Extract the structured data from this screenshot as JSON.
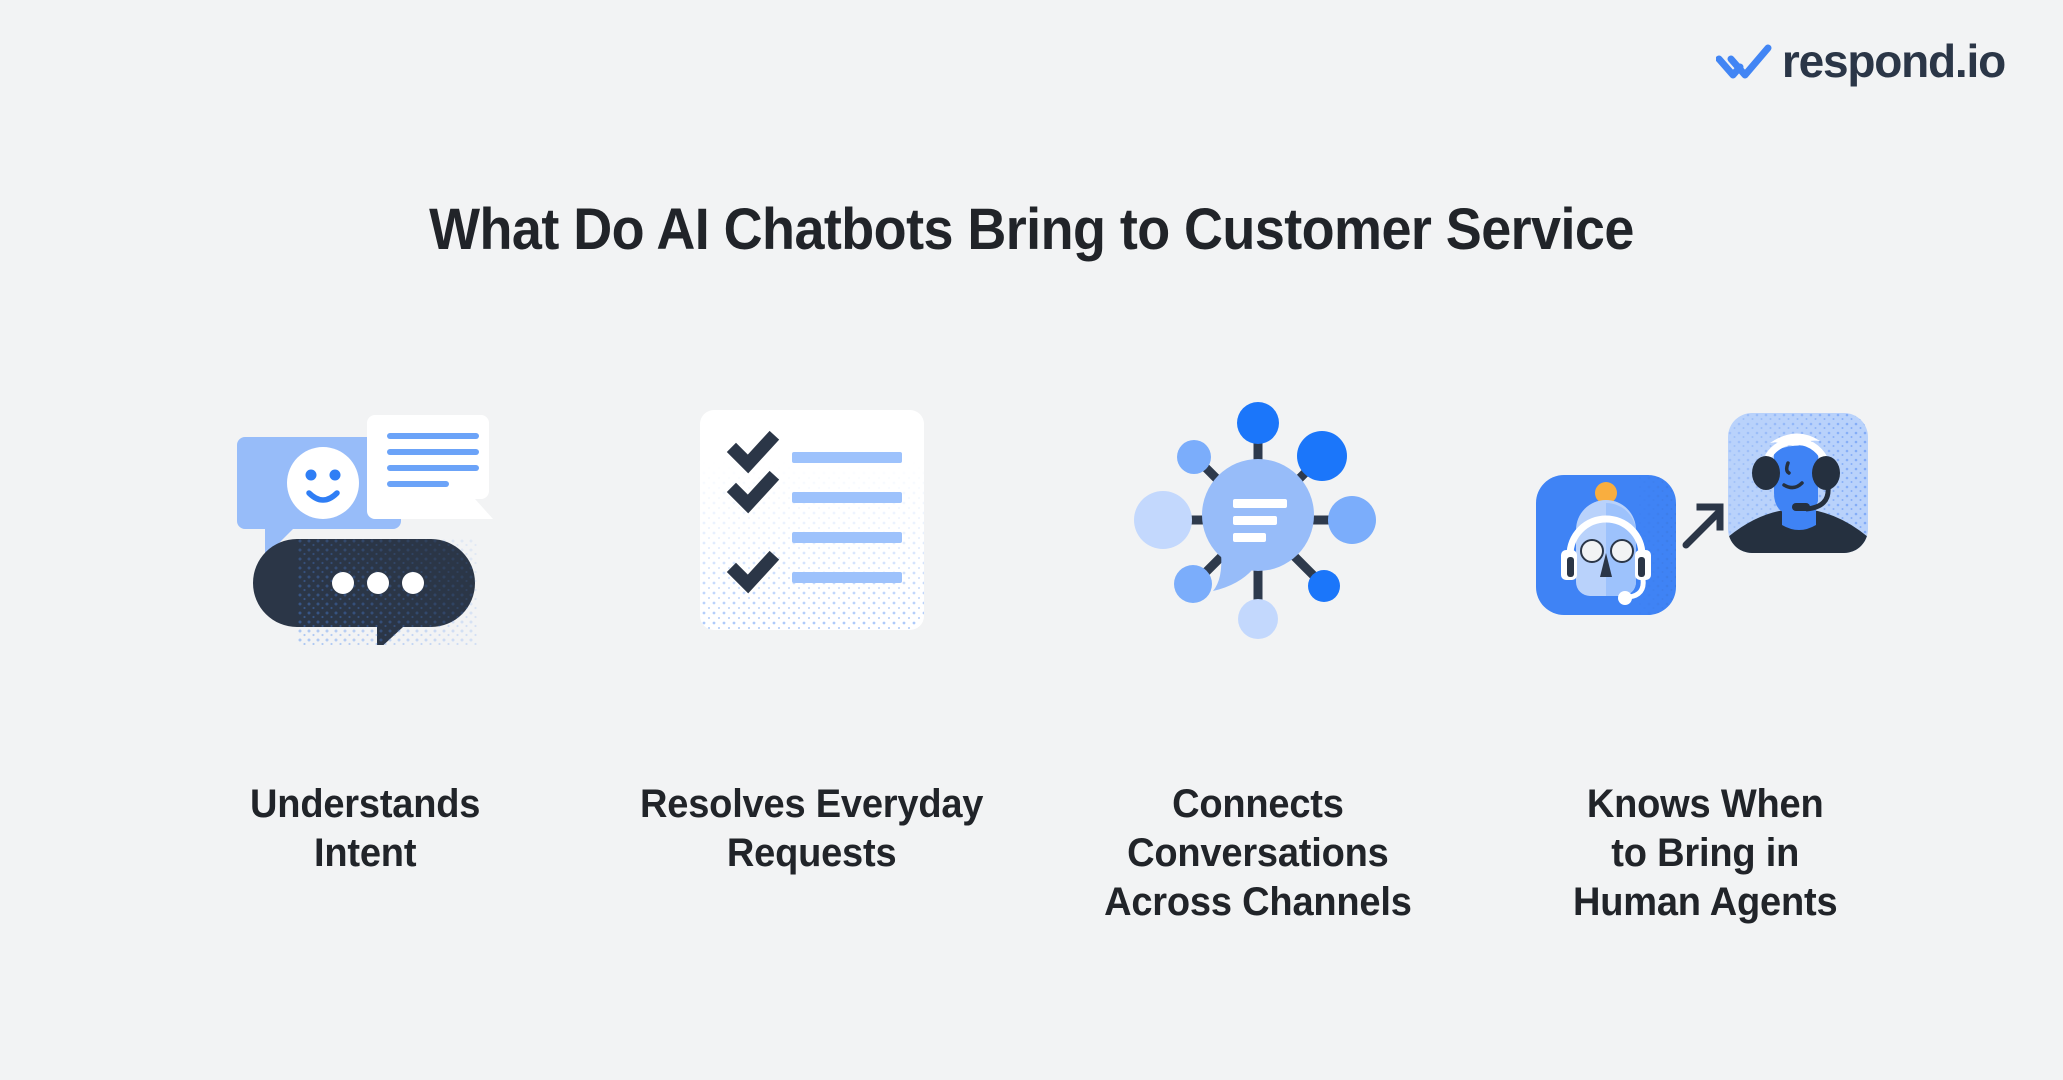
{
  "brand": {
    "logo_text": "respond.io",
    "logo_mark": "double-check-icon",
    "logo_color": "#4285F4",
    "logo_text_color": "#2B3647"
  },
  "page": {
    "title": "What Do AI Chatbots Bring to Customer Service",
    "background": "#F2F3F4",
    "text_color": "#212429"
  },
  "palette": {
    "bright_blue": "#1B76FA",
    "brand_blue": "#3F83F5",
    "medium_blue": "#7BADFB",
    "light_blue": "#97BCF9",
    "pale_blue": "#C3D8FD",
    "bar_blue": "#9DC2FC",
    "navy": "#2B3647",
    "navy_line": "#2E3A4C",
    "white": "#FFFFFF",
    "orange": "#F9AE3F"
  },
  "features": [
    {
      "icon": "chat-bubbles-smiley-icon",
      "caption": "Understands\nIntent",
      "detail": {
        "smiley_bubble_color": "#97BCF9",
        "text_bubble_color": "#FFFFFF",
        "text_line_color": "#6BA3F8",
        "text_lines": 4,
        "typing_bubble_color": "#2B3647",
        "typing_dots": 3
      }
    },
    {
      "icon": "checklist-card-icon",
      "caption": "Resolves Everyday\nRequests",
      "detail": {
        "card_color": "#FFFFFF",
        "bar_color": "#9DC2FC",
        "check_color": "#2B3647",
        "rows": 4,
        "checked_rows": [
          1,
          2,
          4
        ]
      }
    },
    {
      "icon": "network-hub-chat-icon",
      "caption": "Connects\nConversations\nAcross Channels",
      "detail": {
        "hub_color": "#97BCF9",
        "hub_lines": 3,
        "hub_line_color": "#FFFFFF",
        "connector_color": "#2E3A4C",
        "nodes": 8
      }
    },
    {
      "icon": "bot-to-human-handover-icon",
      "caption": "Knows When\nto Bring in\nHuman Agents",
      "detail": {
        "bot_tile_color": "#3F83F5",
        "bot_head_color": "#B9D2FB",
        "bot_antenna_color": "#F9AE3F",
        "headset_color": "#FFFFFF",
        "arrow_color": "#2B3647",
        "human_tile_color": "#B9D2FB",
        "human_face_color": "#3F83F5",
        "human_shoulders_color": "#25303F",
        "human_hair_color": "#FFFFFF"
      }
    }
  ]
}
